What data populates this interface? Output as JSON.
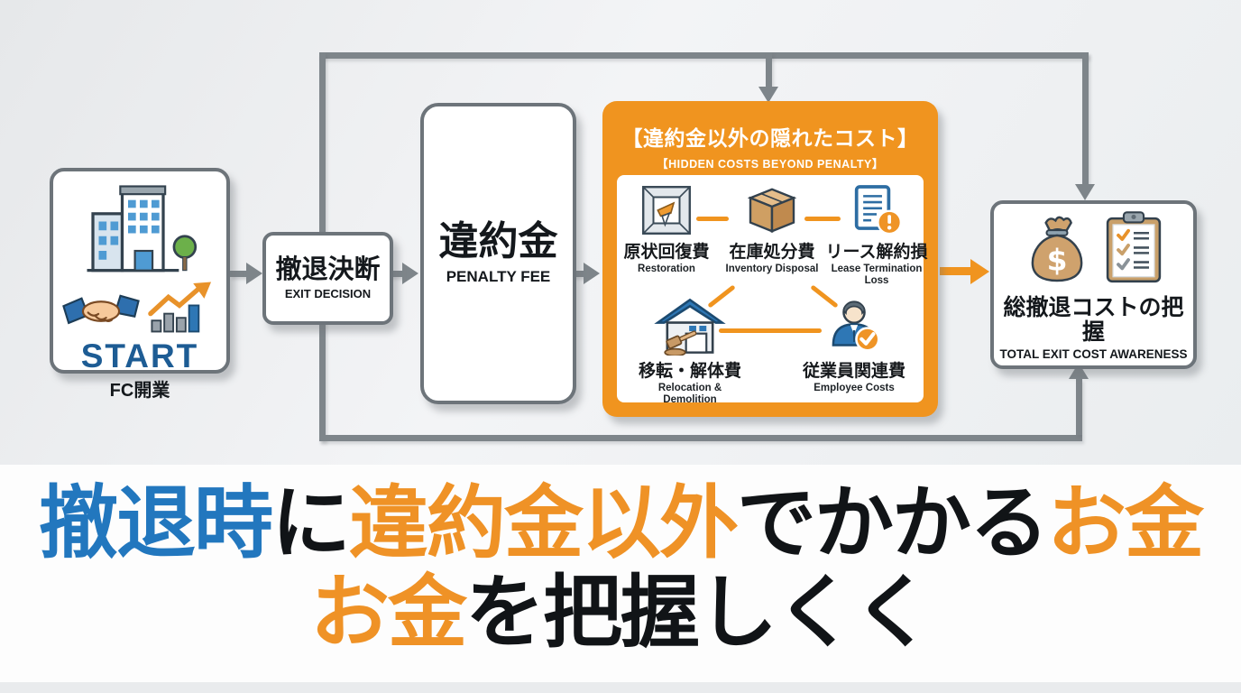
{
  "colors": {
    "accent_orange": "#f0941f",
    "line_gray": "#7e858a",
    "box_border_gray": "#6d747a",
    "start_blue": "#1d5c94",
    "headline_blue": "#2277be",
    "headline_orange": "#ef9226",
    "text_dark": "#14181c"
  },
  "flowchart": {
    "start": {
      "title": "START",
      "subtitle": "FC開業"
    },
    "exit_decision": {
      "title": "撤退決断",
      "subtitle": "EXIT DECISION"
    },
    "penalty": {
      "title": "違約金",
      "subtitle": "PENALTY FEE"
    },
    "hidden_costs": {
      "title": "【違約金以外の隠れたコスト】",
      "subtitle": "【HIDDEN COSTS BEYOND PENALTY】",
      "items": [
        {
          "label": "原状回復費",
          "sublabel": "Restoration",
          "icon": "restoration-icon"
        },
        {
          "label": "在庫処分費",
          "sublabel": "Inventory Disposal",
          "icon": "inventory-box-icon"
        },
        {
          "label": "リース解約損",
          "sublabel": "Lease Termination Loss",
          "icon": "lease-document-icon"
        },
        {
          "label": "移転・解体費",
          "sublabel": "Relocation & Demolition",
          "icon": "relocation-house-icon"
        },
        {
          "label": "従業員関連費",
          "sublabel": "Employee Costs",
          "icon": "employee-icon"
        }
      ]
    },
    "total": {
      "title": "総撤退コストの把握",
      "subtitle": "TOTAL EXIT COST AWARENESS"
    }
  },
  "headline": {
    "line1": [
      {
        "text": "撤退時",
        "color": "blue"
      },
      {
        "text": "に",
        "color": "black"
      },
      {
        "text": "違約金以外",
        "color": "orange"
      },
      {
        "text": "でかかる",
        "color": "black"
      },
      {
        "text": "お金",
        "color": "orange"
      }
    ],
    "line2": [
      {
        "text": "お金",
        "color": "orange"
      },
      {
        "text": "を把握しくく",
        "color": "black"
      }
    ]
  }
}
